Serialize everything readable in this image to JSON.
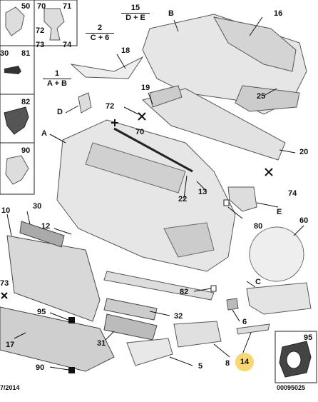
{
  "footer": {
    "date": "7/2014",
    "ref": "00095025"
  },
  "groups": {
    "g1": {
      "num": "1",
      "items": "A + B"
    },
    "g2": {
      "num": "2",
      "items": "C + 6"
    },
    "g15": {
      "num": "15",
      "items": "D + E"
    }
  },
  "inset_labels": {
    "n50": "50",
    "n70": "70",
    "n71": "71",
    "n72": "72",
    "n73": "73",
    "n74": "74",
    "n30": "30",
    "n81": "81",
    "n82": "82",
    "n90": "90",
    "n95": "95"
  },
  "callouts": {
    "c18": "18",
    "c16": "16",
    "cB": "B",
    "c25": "25",
    "c19": "19",
    "c72": "72",
    "cD": "D",
    "c70": "70",
    "cA": "A",
    "c20": "20",
    "c13": "13",
    "c22": "22",
    "c74": "74",
    "c10": "10",
    "c30": "30",
    "c12": "12",
    "cE": "E",
    "c80": "80",
    "c60": "60",
    "c73": "73",
    "cC": "C",
    "c82": "82",
    "c95": "95",
    "c32": "32",
    "c6": "6",
    "c31": "31",
    "c17": "17",
    "c90": "90",
    "c5": "5",
    "c8": "8"
  },
  "highlight": {
    "label": "14",
    "color": "#f7d774"
  },
  "colors": {
    "line": "#111111",
    "part_fill": "#e6e6e6",
    "part_stroke": "#555555",
    "dark": "#444444"
  }
}
